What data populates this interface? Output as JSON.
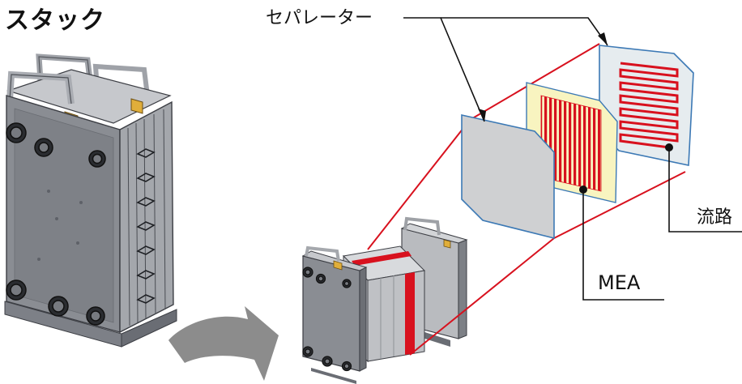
{
  "labels": {
    "title": "スタック",
    "separator": "セパレーター",
    "flow_channel": "流路",
    "mea": "MEA"
  },
  "colors": {
    "stack_body": "#8a8d93",
    "stack_dark": "#5e6168",
    "stack_light": "#c6c8cc",
    "callout_red": "#d8111e",
    "channel_red": "#d8111e",
    "mea_yellow": "#f8f4c0",
    "separator_gray": "#cfd0d2",
    "outline_blue": "#3c79b5",
    "arrow_gray": "#8c8c8c",
    "brass": "#e0ae3a"
  }
}
